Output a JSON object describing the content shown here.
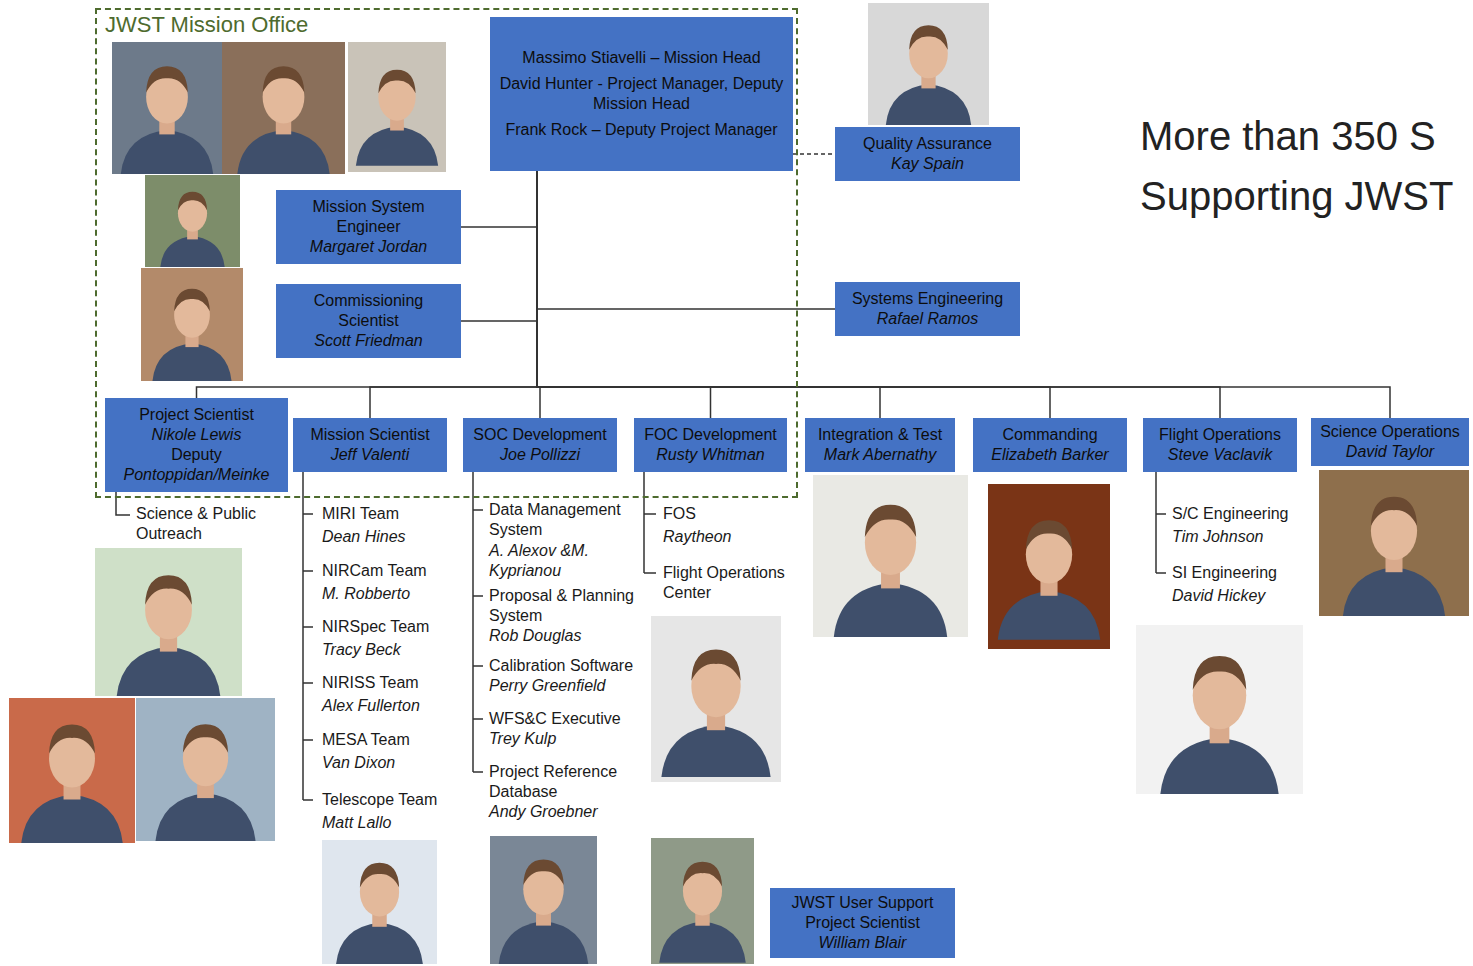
{
  "diagram": {
    "nodes": [
      {
        "text": [
          "JWST Mission Office"
        ]
      },
      {
        "text": [
          "Massimo Stiavelli – Mission Head",
          "David Hunter - Project Manager, Deputy Mission Head",
          "Frank Rock – Deputy Project Manager"
        ],
        "in": 0
      },
      {
        "text": [
          "Quality Assurance",
          "Kay Spain"
        ]
      },
      {
        "text": [
          "Mission System Engineer",
          "Margaret Jordan"
        ],
        "in": 0
      },
      {
        "text": [
          "Commissioning Scientist",
          "Scott Friedman"
        ],
        "in": 0
      },
      {
        "text": [
          "Systems Engineering",
          "Rafael Ramos"
        ]
      },
      {
        "text": [
          "Project Scientist",
          "Nikole Lewis",
          "Deputy",
          "Pontoppidan/Meinke"
        ],
        "in": 0
      },
      {
        "text": [
          "Mission Scientist",
          "Jeff Valenti"
        ],
        "in": 0
      },
      {
        "text": [
          "SOC Development",
          "Joe Pollizzi"
        ],
        "in": 0
      },
      {
        "text": [
          "FOC Development",
          "Rusty Whitman"
        ],
        "in": 0
      },
      {
        "text": [
          "Integration & Test",
          "Mark Abernathy"
        ]
      },
      {
        "text": [
          "Commanding",
          "Elizabeth Barker"
        ]
      },
      {
        "text": [
          "Flight Operations",
          "Steve Vaclavik"
        ]
      },
      {
        "text": [
          "Science Operations",
          "David Taylor"
        ]
      },
      {
        "text": [
          "JWST User Support Project Scientist",
          "William Blair"
        ]
      }
    ],
    "edges": [
      {
        "from": 1,
        "to": 2,
        "arrow": "none"
      },
      {
        "from": 1,
        "to": 3,
        "arrow": "none"
      },
      {
        "from": 1,
        "to": 4,
        "arrow": "none"
      },
      {
        "from": 1,
        "to": 5,
        "arrow": "none"
      },
      {
        "from": 1,
        "to": 6,
        "arrow": "none"
      },
      {
        "from": 1,
        "to": 7,
        "arrow": "none"
      },
      {
        "from": 1,
        "to": 8,
        "arrow": "none"
      },
      {
        "from": 1,
        "to": 9,
        "arrow": "none"
      },
      {
        "from": 1,
        "to": 10,
        "arrow": "none"
      },
      {
        "from": 1,
        "to": 11,
        "arrow": "none"
      },
      {
        "from": 1,
        "to": 12,
        "arrow": "none"
      },
      {
        "from": 1,
        "to": 13,
        "arrow": "none"
      }
    ],
    "labels": [
      "More than 350 S",
      "Supporting JWST",
      "Science & Public Outreach",
      "MIRI Team",
      "Dean Hines",
      "NIRCam Team",
      "M. Robberto",
      "NIRSpec Team",
      "Tracy Beck",
      "NIRISS Team",
      "Alex Fullerton",
      "MESA Team",
      "Van Dixon",
      "Telescope Team",
      "Matt Lallo",
      "Data Management System",
      "A. Alexov &M. Kyprianou",
      "Proposal & Planning System",
      "Rob Douglas",
      "Calibration Software",
      "Perry Greenfield",
      "WFS&C Executive",
      "Trey Kulp",
      "Project Reference Database",
      "Andy Groebner",
      "FOS",
      "Raytheon",
      "Flight Operations Center",
      "S/C Engineering",
      "Tim Johnson",
      "SI Engineering",
      "David Hickey"
    ]
  }
}
